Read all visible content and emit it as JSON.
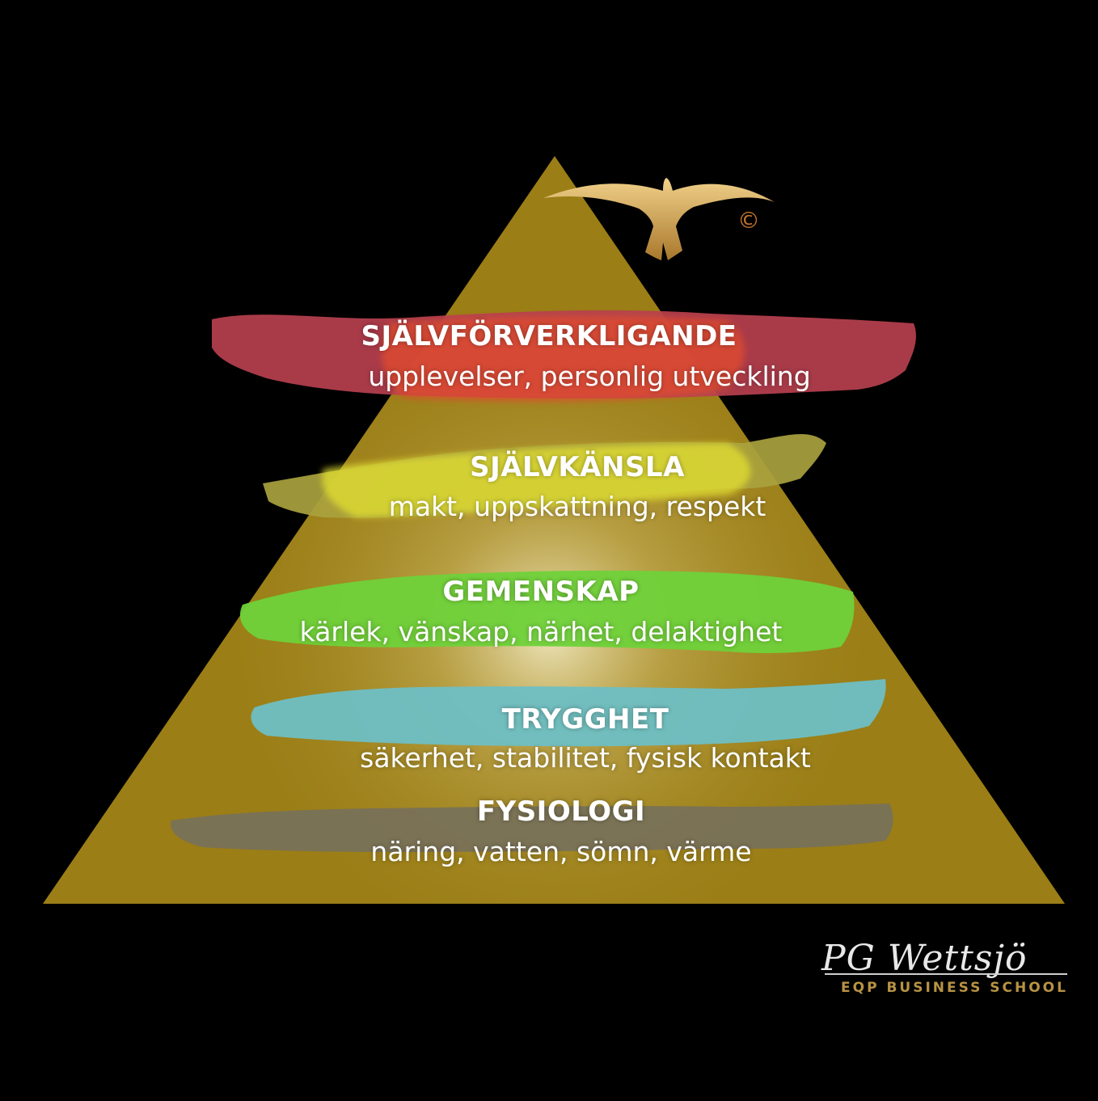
{
  "colors": {
    "background": "#000000",
    "pyramid": "#9b7e16",
    "glow": "#f3ecc6",
    "eagle": "#d9a84c"
  },
  "copyright_symbol": "©",
  "levels": [
    {
      "title": "SJÄLVFÖRVERKLIGANDE",
      "subtitle": "upplevelser, personlig utveckling",
      "color": "#b7404f",
      "accent": "#e24b2e"
    },
    {
      "title": "SJÄLVKÄNSLA",
      "subtitle": "makt, uppskattning, respekt",
      "color": "#a9a23e",
      "accent": "#e2e030"
    },
    {
      "title": "GEMENSKAP",
      "subtitle": "kärlek, vänskap, närhet, delaktighet",
      "color": "#6fd23a",
      "accent": "#8ee845"
    },
    {
      "title": "TRYGGHET",
      "subtitle": "säkerhet, stabilitet, fysisk kontakt",
      "color": "#6ebfc4",
      "accent": "#7fd0d2"
    },
    {
      "title": "FYSIOLOGI",
      "subtitle": "näring, vatten, sömn, värme",
      "color": "#77715a",
      "accent": "#857f64"
    }
  ],
  "logo": {
    "script": "PG Wettsjö",
    "subtitle": "EQP BUSINESS SCHOOL"
  }
}
